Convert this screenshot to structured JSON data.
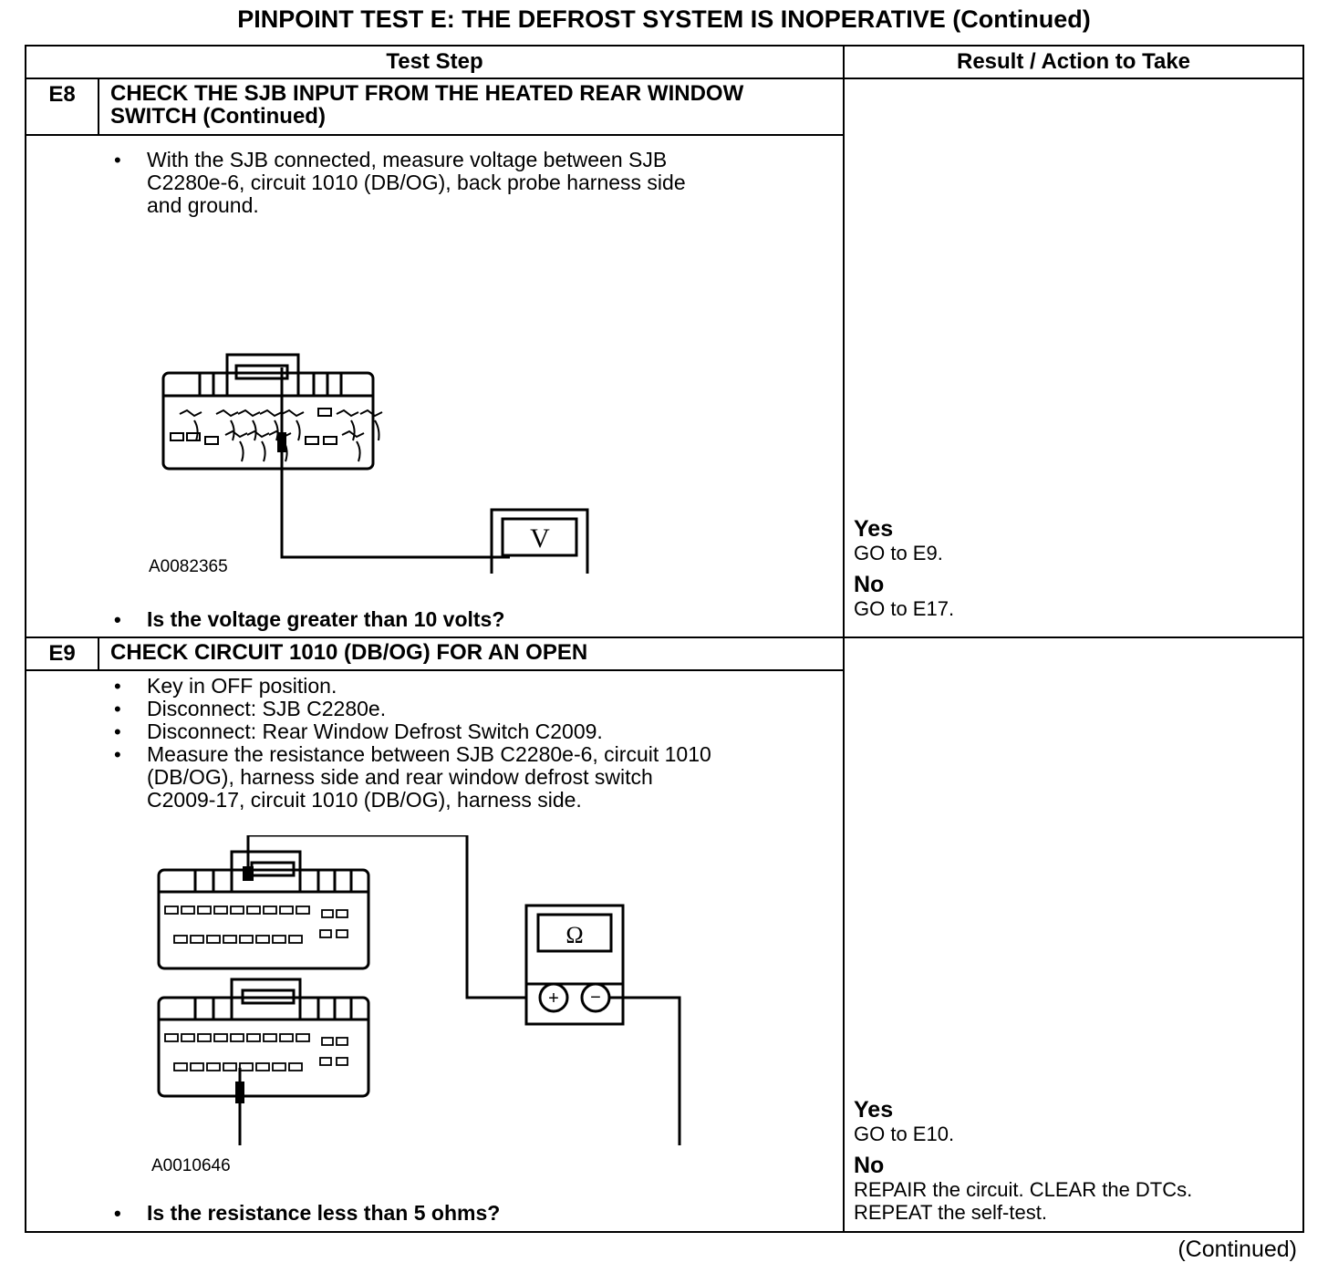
{
  "title": "PINPOINT TEST E: THE DEFROST SYSTEM IS INOPERATIVE (Continued)",
  "columns": {
    "step": "Test Step",
    "result": "Result / Action to Take"
  },
  "steps": [
    {
      "id": "E8",
      "heading": "CHECK THE SJB INPUT FROM THE HEATED REAR WINDOW SWITCH (Continued)",
      "instructions": [
        "With the SJB connected, measure voltage between SJB C2280e-6, circuit 1010 (DB/OG), back probe harness side and ground."
      ],
      "figure_id": "A0082365",
      "meter_symbol": "V",
      "question": "Is the voltage greater than 10 volts?",
      "yes_label": "Yes",
      "yes_action": "GO to E9.",
      "no_label": "No",
      "no_action": "GO to E17."
    },
    {
      "id": "E9",
      "heading": "CHECK CIRCUIT 1010 (DB/OG) FOR AN OPEN",
      "instructions": [
        "Key in OFF position.",
        "Disconnect: SJB C2280e.",
        "Disconnect: Rear Window Defrost Switch C2009.",
        "Measure the resistance between SJB C2280e-6, circuit 1010 (DB/OG), harness side and rear window defrost switch C2009-17, circuit 1010 (DB/OG), harness side."
      ],
      "figure_id": "A0010646",
      "meter_symbol": "Ω",
      "question": "Is the resistance less than 5 ohms?",
      "yes_label": "Yes",
      "yes_action": "GO to E10.",
      "no_label": "No",
      "no_action": "REPAIR the circuit. CLEAR the DTCs. REPEAT the self-test."
    }
  ],
  "footer": "(Continued)"
}
